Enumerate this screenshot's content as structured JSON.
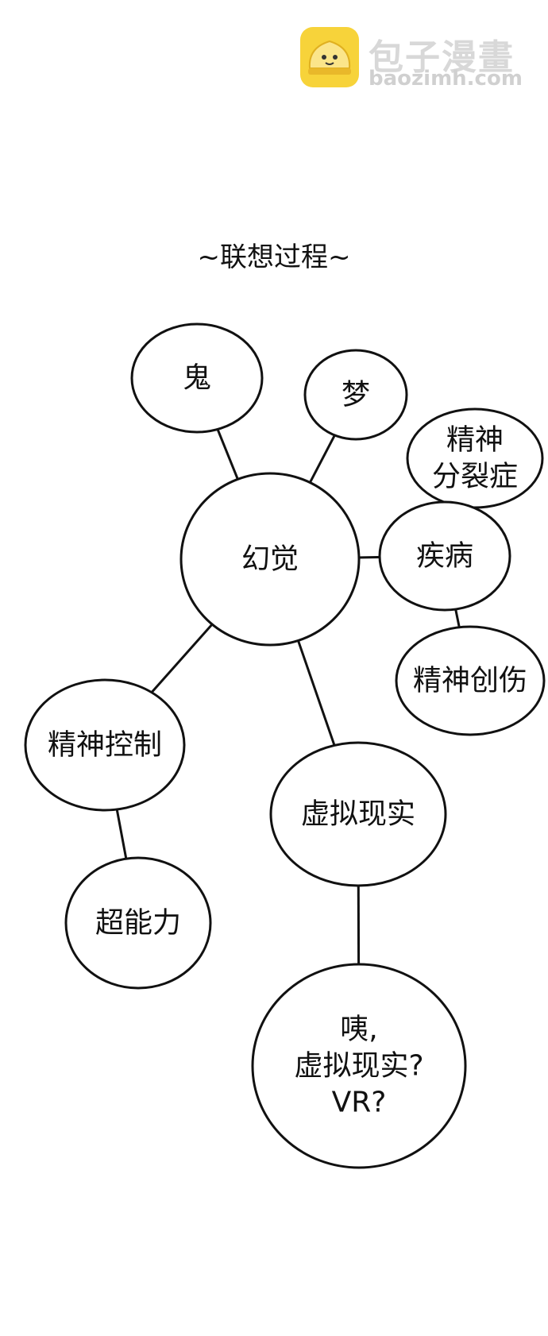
{
  "watermark": {
    "brand_cn": "包子漫畫",
    "url": "baozimh.com"
  },
  "title": "~联想过程~",
  "nodes": [
    {
      "id": "ghost",
      "lines": [
        "鬼"
      ]
    },
    {
      "id": "dream",
      "lines": [
        "梦"
      ]
    },
    {
      "id": "schizophrenia",
      "lines": [
        "精神",
        "分裂症"
      ]
    },
    {
      "id": "hallucination",
      "lines": [
        "幻觉"
      ]
    },
    {
      "id": "disease",
      "lines": [
        "疾病"
      ]
    },
    {
      "id": "trauma",
      "lines": [
        "精神创伤"
      ]
    },
    {
      "id": "mind-control",
      "lines": [
        "精神控制"
      ]
    },
    {
      "id": "vr",
      "lines": [
        "虚拟现实"
      ]
    },
    {
      "id": "superpower",
      "lines": [
        "超能力"
      ]
    },
    {
      "id": "huh-vr",
      "lines": [
        "咦,",
        "虚拟现实?",
        "VR?"
      ]
    }
  ],
  "edges": [
    [
      "ghost",
      "hallucination"
    ],
    [
      "dream",
      "hallucination"
    ],
    [
      "hallucination",
      "disease"
    ],
    [
      "schizophrenia",
      "disease"
    ],
    [
      "disease",
      "trauma"
    ],
    [
      "hallucination",
      "mind-control"
    ],
    [
      "hallucination",
      "vr"
    ],
    [
      "mind-control",
      "superpower"
    ],
    [
      "vr",
      "huh-vr"
    ]
  ]
}
